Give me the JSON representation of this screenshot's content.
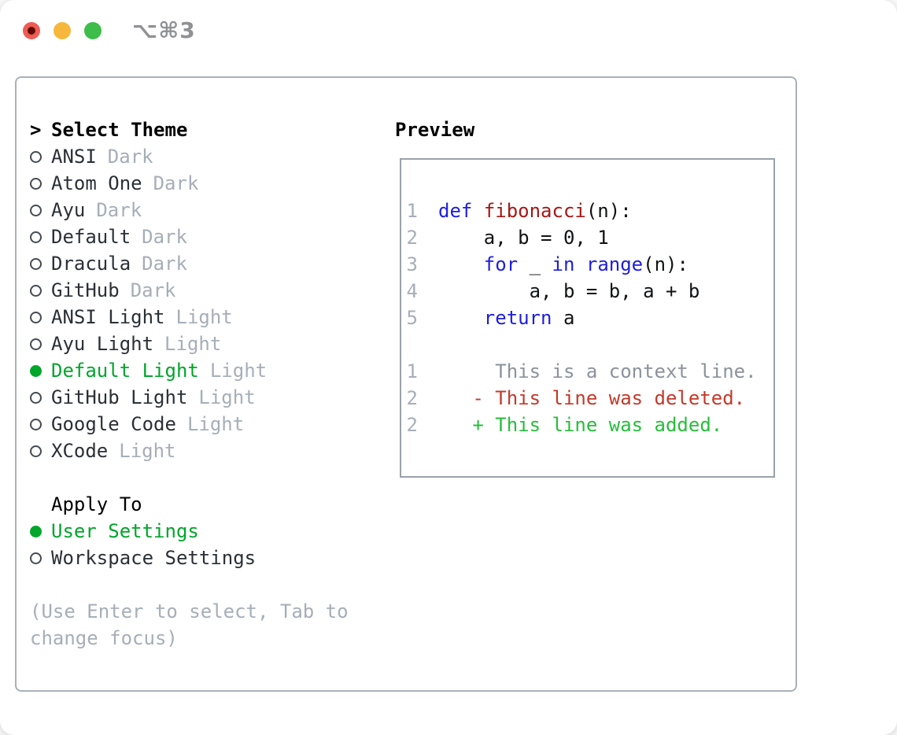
{
  "window": {
    "title": "⌥⌘3",
    "traffic_lights": [
      {
        "name": "close",
        "color": "#ee5c54"
      },
      {
        "name": "minimize",
        "color": "#f6b73c"
      },
      {
        "name": "zoom",
        "color": "#3ebd4a"
      }
    ]
  },
  "icons": {
    "cursor": ">",
    "radio_unselected": "circle-outline",
    "radio_selected": "circle-filled-green"
  },
  "theme_selector": {
    "header": {
      "marker": ">",
      "label": "Select Theme"
    },
    "items": [
      {
        "name": "ANSI",
        "badge": "Dark",
        "selected": false
      },
      {
        "name": "Atom One",
        "badge": "Dark",
        "selected": false
      },
      {
        "name": "Ayu",
        "badge": "Dark",
        "selected": false
      },
      {
        "name": "Default",
        "badge": "Dark",
        "selected": false
      },
      {
        "name": "Dracula",
        "badge": "Dark",
        "selected": false
      },
      {
        "name": "GitHub",
        "badge": "Dark",
        "selected": false
      },
      {
        "name": "ANSI Light",
        "badge": "Light",
        "selected": false
      },
      {
        "name": "Ayu Light",
        "badge": "Light",
        "selected": false
      },
      {
        "name": "Default Light",
        "badge": "Light",
        "selected": true
      },
      {
        "name": "GitHub Light",
        "badge": "Light",
        "selected": false
      },
      {
        "name": "Google Code",
        "badge": "Light",
        "selected": false
      },
      {
        "name": "XCode",
        "badge": "Light",
        "selected": false
      }
    ]
  },
  "apply_to": {
    "label": "Apply To",
    "options": [
      {
        "name": "User Settings",
        "selected": true
      },
      {
        "name": "Workspace Settings",
        "selected": false
      }
    ]
  },
  "footer_hint": {
    "line1": "(Use Enter to select, Tab to",
    "line2": "change focus)"
  },
  "preview": {
    "label": "Preview",
    "code_lines": [
      {
        "num": "1",
        "segments": [
          {
            "t": "def",
            "c": "kw"
          },
          {
            "t": " "
          },
          {
            "t": "fibonacci",
            "c": "fn"
          },
          {
            "t": "(n):"
          }
        ]
      },
      {
        "num": "2",
        "segments": [
          {
            "t": "    a, b = 0, 1"
          }
        ]
      },
      {
        "num": "3",
        "segments": [
          {
            "t": "    "
          },
          {
            "t": "for",
            "c": "kw"
          },
          {
            "t": " _ "
          },
          {
            "t": "in",
            "c": "kw"
          },
          {
            "t": " "
          },
          {
            "t": "range",
            "c": "kw"
          },
          {
            "t": "(n):"
          }
        ]
      },
      {
        "num": "4",
        "segments": [
          {
            "t": "        a, b = b, a + b"
          }
        ]
      },
      {
        "num": "5",
        "segments": [
          {
            "t": "    "
          },
          {
            "t": "return",
            "c": "kw"
          },
          {
            "t": " a"
          }
        ]
      }
    ],
    "diff_lines": [
      {
        "num": "1",
        "kind": "context",
        "text": "     This is a context line."
      },
      {
        "num": "2",
        "kind": "deleted",
        "text": "   - This line was deleted."
      },
      {
        "num": "2",
        "kind": "added",
        "text": "   + This line was added."
      }
    ]
  },
  "colors": {
    "accent_green": "#00a62b",
    "added_green": "#27bd3b",
    "deleted_red": "#c4392a",
    "keyword_blue": "#1d1de0",
    "function_darkred": "#a61717",
    "muted_gray": "#a6aeb8",
    "context_gray": "#8b929b",
    "panel_border": "#aab1ba",
    "preview_border": "#9aa1aa"
  }
}
